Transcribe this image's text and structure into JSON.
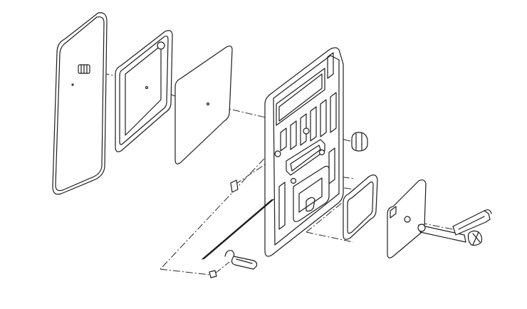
{
  "diagram": {
    "type": "exploded-assembly-drawing",
    "parts": [
      "outer-gasket",
      "plug-fitting",
      "inner-frame-panel",
      "flat-sheet-panel",
      "ribbed-back-plate",
      "cap-nut",
      "pin",
      "rod",
      "handle",
      "small-pin",
      "window-gasket",
      "cover-plate",
      "knob-bolt",
      "bracket"
    ]
  }
}
